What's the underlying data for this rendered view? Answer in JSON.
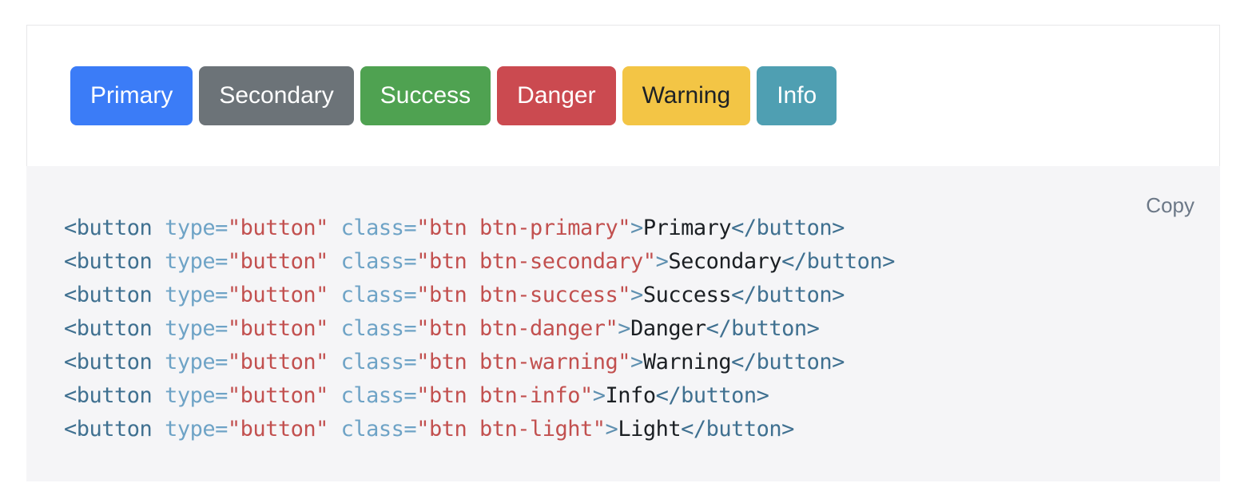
{
  "page": {
    "background": "#ffffff"
  },
  "preview": {
    "background": "#ffffff",
    "border_color": "#e7e7e9",
    "buttons": [
      {
        "id": "primary",
        "label": "Primary",
        "bg": "#3b7cf7",
        "fg": "#ffffff"
      },
      {
        "id": "secondary",
        "label": "Secondary",
        "bg": "#6c7378",
        "fg": "#ffffff"
      },
      {
        "id": "success",
        "label": "Success",
        "bg": "#4fa251",
        "fg": "#ffffff"
      },
      {
        "id": "danger",
        "label": "Danger",
        "bg": "#cb4a50",
        "fg": "#ffffff"
      },
      {
        "id": "warning",
        "label": "Warning",
        "bg": "#f3c545",
        "fg": "#1d2126"
      },
      {
        "id": "info",
        "label": "Info",
        "bg": "#4f9fb2",
        "fg": "#ffffff"
      }
    ]
  },
  "code": {
    "copy_label": "Copy",
    "background": "#f5f5f7",
    "copy_color": "#6c7887",
    "token_colors": {
      "tag": "#3f7090",
      "attr": "#6ea3c6",
      "string": "#c2504f",
      "punct": "#5f90b0",
      "text": "#1b1f23"
    },
    "parts": {
      "tag_open": "<button",
      "space": " ",
      "attr_type": "type=",
      "val_type": "\"button\"",
      "attr_class": "class=",
      "gt": ">",
      "tag_close": "</button>"
    },
    "lines": [
      {
        "class_value": "\"btn btn-primary\"",
        "text": "Primary"
      },
      {
        "class_value": "\"btn btn-secondary\"",
        "text": "Secondary"
      },
      {
        "class_value": "\"btn btn-success\"",
        "text": "Success"
      },
      {
        "class_value": "\"btn btn-danger\"",
        "text": "Danger"
      },
      {
        "class_value": "\"btn btn-warning\"",
        "text": "Warning"
      },
      {
        "class_value": "\"btn btn-info\"",
        "text": "Info"
      },
      {
        "class_value": "\"btn btn-light\"",
        "text": "Light"
      }
    ]
  }
}
